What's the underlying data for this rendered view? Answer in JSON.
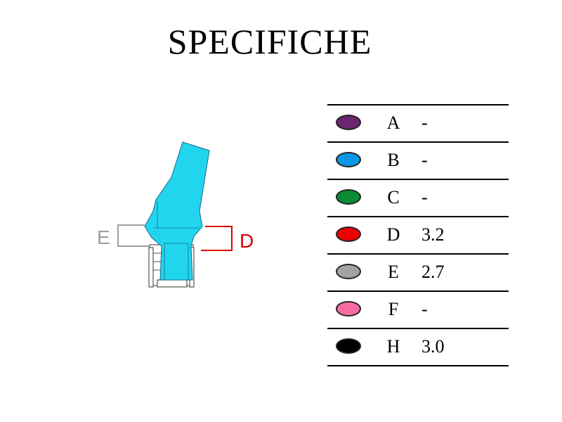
{
  "title": "SPECIFICHE",
  "drawing": {
    "labels": {
      "e": "E",
      "d": "D"
    },
    "colors": {
      "body": "#22d5ef",
      "body_outline": "#0e6e86",
      "e_bracket": "#9e9e9e",
      "d_bracket": "#e00000",
      "base": "#ffffff",
      "base_outline": "#555555"
    }
  },
  "specs": [
    {
      "letter": "A",
      "value": "-",
      "color": "#6a2670"
    },
    {
      "letter": "B",
      "value": "-",
      "color": "#0a97e6"
    },
    {
      "letter": "C",
      "value": "-",
      "color": "#0a8c36"
    },
    {
      "letter": "D",
      "value": "3.2",
      "color": "#ef0000"
    },
    {
      "letter": "E",
      "value": "2.7",
      "color": "#a3a3a3"
    },
    {
      "letter": "F",
      "value": "-",
      "color": "#f76ba3"
    },
    {
      "letter": "H",
      "value": "3.0",
      "color": "#000000"
    }
  ]
}
